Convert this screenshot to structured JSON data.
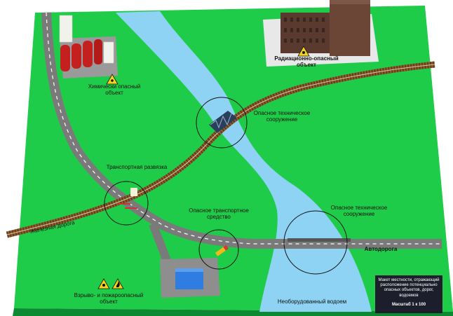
{
  "labels": {
    "chemical": "Химически опасный\nобъект",
    "radiation": "Радиационно-опасный\nобъект",
    "tech_structure_bridge": "Опасное техническое\nсооружение",
    "transport_junction": "Транспортная развязка",
    "dangerous_vehicle": "Опасное транспортное\nсредство",
    "tech_structure_road": "Опасное техническое\nсооружение",
    "railway": "Железная дорога",
    "highway": "Автодорога",
    "explosive": "Взрыво- и пожароопасный\nобъект",
    "water_body": "Необорудованный водоем"
  },
  "legend": {
    "description": "Макет местности, отражающий расположение потенциально опасных объектов, дорог, водоемов",
    "scale": "Масштаб 1 к 100"
  },
  "icons": {
    "radiation": "radiation-hazard-icon",
    "chemical": "chemical-hazard-icon",
    "explosive": "explosive-hazard-icon",
    "fire": "fire-hazard-icon"
  },
  "colors": {
    "terrain": "#1fcc4a",
    "water": "#8fd3f4",
    "road": "#7a7a7a",
    "hazard_sign": "#f2d21a"
  }
}
